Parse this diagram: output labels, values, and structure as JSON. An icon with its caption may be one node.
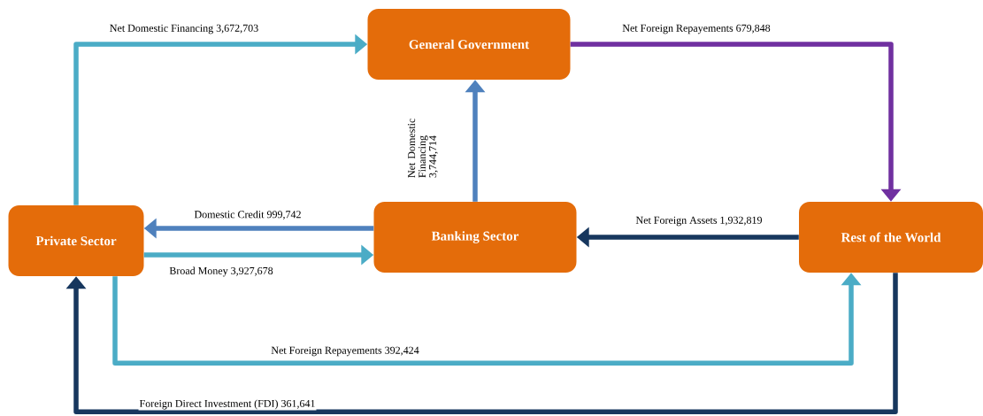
{
  "diagram": {
    "nodes": [
      {
        "text": [
          "General Government"
        ]
      },
      {
        "text": [
          "Private Sector"
        ]
      },
      {
        "text": [
          "Banking Sector"
        ]
      },
      {
        "text": [
          "Rest of the World"
        ]
      }
    ],
    "edges": [
      {
        "from": 1,
        "to": 0,
        "arrow": "to",
        "label": "Net Domestic Financing   3,672,703",
        "color": "#4bacc6"
      },
      {
        "from": 0,
        "to": 3,
        "arrow": "to",
        "label": "Net Foreign  Repayements    679,848",
        "color": "#7030a0"
      },
      {
        "from": 2,
        "to": 0,
        "arrow": "to",
        "label": "Net Domestic Financing   3,744,714",
        "color": "#4f81bd"
      },
      {
        "from": 2,
        "to": 1,
        "arrow": "to",
        "label": "Domestic Credit   999,742",
        "color": "#4f81bd"
      },
      {
        "from": 1,
        "to": 2,
        "arrow": "to",
        "label": "Broad Money   3,927,678",
        "color": "#4bacc6"
      },
      {
        "from": 3,
        "to": 2,
        "arrow": "to",
        "label": "Net Foreign  Assets   1,932,819",
        "color": "#17375e"
      },
      {
        "from": 1,
        "to": 3,
        "arrow": "to",
        "label": "Net Foreign  Repayements   392,424",
        "color": "#4bacc6"
      },
      {
        "from": 3,
        "to": 1,
        "arrow": "to",
        "label": "Foreign Direct Investment (FDI)   361,641",
        "color": "#17375e"
      }
    ]
  }
}
